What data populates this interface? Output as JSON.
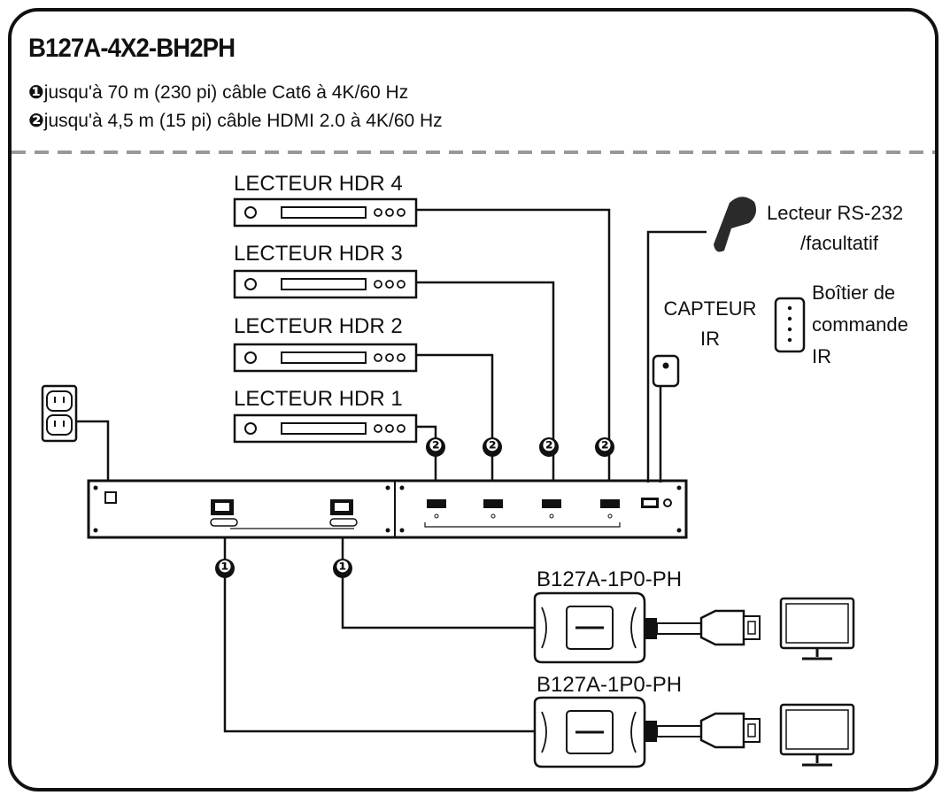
{
  "title": "B127A-4X2-BH2PH",
  "notes": [
    {
      "badge": "❶",
      "text": "jusqu'à 70 m (230 pi) câble Cat6 à 4K/60 Hz"
    },
    {
      "badge": "❷",
      "text": "jusqu'à 4,5 m (15 pi) câble HDMI 2.0 à 4K/60 Hz"
    }
  ],
  "players": [
    "LECTEUR HDR 4",
    "LECTEUR HDR 3",
    "LECTEUR HDR 2",
    "LECTEUR HDR 1"
  ],
  "rs232_label": [
    "Lecteur RS-232",
    "/facultatif"
  ],
  "ir_sensor_label": [
    "CAPTEUR",
    "IR"
  ],
  "ir_control_label": [
    "Boîtier de",
    "commande",
    "IR"
  ],
  "receivers": [
    "B127A-1P0-PH",
    "B127A-1P0-PH"
  ],
  "callouts": {
    "cat6": "❶",
    "hdmi": "❷"
  }
}
